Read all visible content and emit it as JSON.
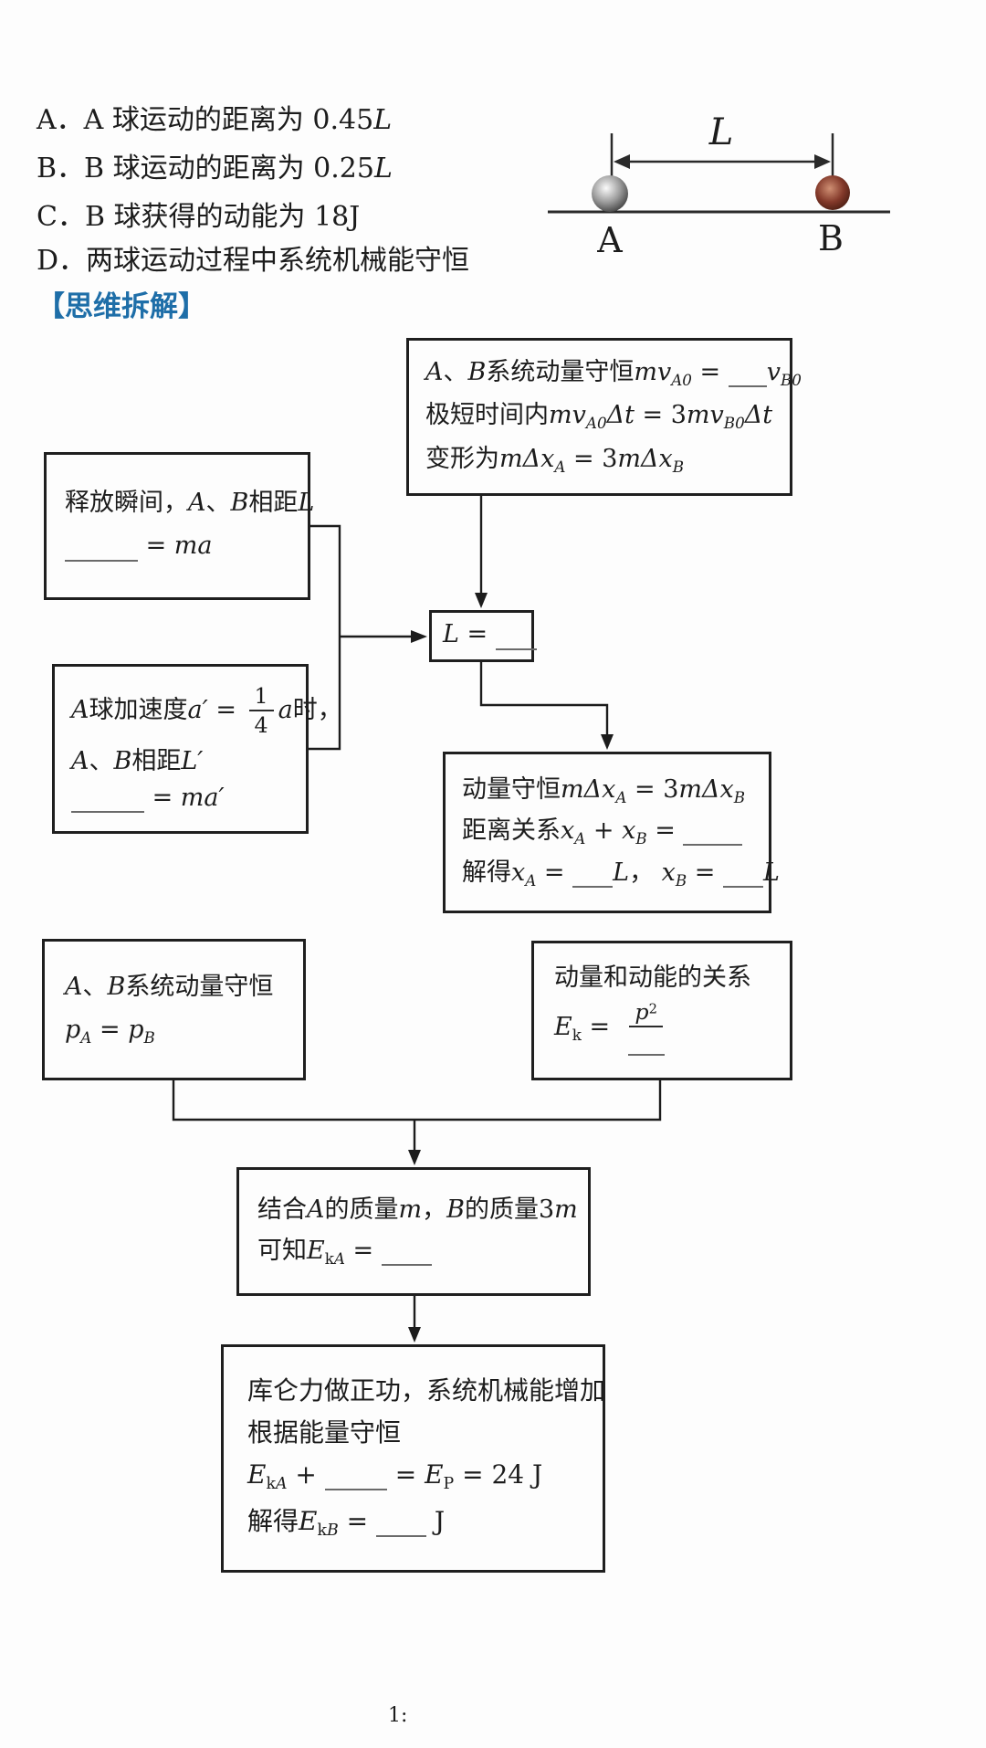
{
  "colors": {
    "accent_blue": "#1e6ea8",
    "ink": "#1c1c1c",
    "ball_a_dark": "#3c3c3c",
    "ball_b_dark": "#5a2418"
  },
  "page": {
    "number": "1:"
  },
  "section_header": "【思维拆解】",
  "options": [
    {
      "segments": [
        {
          "t": "A．A 球运动的距离为 0.45"
        },
        {
          "i": "L"
        }
      ]
    },
    {
      "segments": [
        {
          "t": "B．B 球运动的距离为 0.25"
        },
        {
          "i": "L"
        }
      ]
    },
    {
      "segments": [
        {
          "t": "C．B 球获得的动能为 18J"
        }
      ]
    },
    {
      "segments": [
        {
          "t": "D．两球运动过程中系统机械能守恒"
        }
      ]
    }
  ],
  "diagram": {
    "distance_label": "L",
    "ball_a_label": "A",
    "ball_b_label": "B"
  },
  "flowchart": {
    "box_momentum_top": {
      "lines": [
        [
          {
            "i": "A"
          },
          {
            "t": "、"
          },
          {
            "i": "B"
          },
          {
            "t": "系统动量守恒"
          },
          {
            "i": "mv"
          },
          {
            "subi": "A0"
          },
          {
            "t": " = "
          },
          {
            "blank": 42
          },
          {
            "i": "v"
          },
          {
            "subi": "B0"
          }
        ],
        [
          {
            "t": "极短时间内"
          },
          {
            "i": "mv"
          },
          {
            "subi": "A0"
          },
          {
            "i": "Δt"
          },
          {
            "t": " = 3"
          },
          {
            "i": "mv"
          },
          {
            "subi": "B0"
          },
          {
            "i": "Δt"
          }
        ],
        [
          {
            "t": "变形为"
          },
          {
            "i": "mΔx"
          },
          {
            "subi": "A"
          },
          {
            "t": " = 3"
          },
          {
            "i": "mΔx"
          },
          {
            "subi": "B"
          }
        ]
      ]
    },
    "box_release": {
      "lines": [
        [
          {
            "t": "释放瞬间，"
          },
          {
            "i": "A"
          },
          {
            "t": "、"
          },
          {
            "i": "B"
          },
          {
            "t": "相距"
          },
          {
            "i": "L"
          }
        ],
        [
          {
            "blank": 80
          },
          {
            "t": " = "
          },
          {
            "i": "ma"
          }
        ]
      ]
    },
    "box_accel": {
      "lines": [
        [
          {
            "i": "A"
          },
          {
            "t": "球加速度"
          },
          {
            "i": "a′"
          },
          {
            "t": " = "
          },
          {
            "frac": {
              "num": [
                {
                  "t": "1"
                }
              ],
              "den": [
                {
                  "t": "4"
                }
              ]
            }
          },
          {
            "i": "a"
          },
          {
            "t": "时，"
          }
        ],
        [
          {
            "i": "A"
          },
          {
            "t": "、"
          },
          {
            "i": "B"
          },
          {
            "t": "相距"
          },
          {
            "i": "L′"
          }
        ],
        [
          {
            "blank": 80
          },
          {
            "t": " = "
          },
          {
            "i": "ma′"
          }
        ]
      ]
    },
    "box_distance": {
      "lines": [
        [
          {
            "i": "L"
          },
          {
            "t": " = "
          },
          {
            "blank": 45
          }
        ]
      ]
    },
    "box_momentum_displacement": {
      "lines": [
        [
          {
            "t": "动量守恒"
          },
          {
            "i": "mΔx"
          },
          {
            "subi": "A"
          },
          {
            "t": " = 3"
          },
          {
            "i": "mΔx"
          },
          {
            "subi": "B"
          }
        ],
        [
          {
            "t": "距离关系"
          },
          {
            "i": "x"
          },
          {
            "subi": "A"
          },
          {
            "t": " + "
          },
          {
            "i": "x"
          },
          {
            "subi": "B"
          },
          {
            "t": " = "
          },
          {
            "blank": 65
          }
        ],
        [
          {
            "t": "解得"
          },
          {
            "i": "x"
          },
          {
            "subi": "A"
          },
          {
            "t": " = "
          },
          {
            "blank": 44
          },
          {
            "i": "L"
          },
          {
            "t": "， "
          },
          {
            "i": "x"
          },
          {
            "subi": "B"
          },
          {
            "t": " = "
          },
          {
            "blank": 44
          },
          {
            "i": "L"
          }
        ]
      ]
    },
    "box_momentum_equal": {
      "lines": [
        [
          {
            "i": "A"
          },
          {
            "t": "、"
          },
          {
            "i": "B"
          },
          {
            "t": "系统动量守恒"
          }
        ],
        [
          {
            "i": "p"
          },
          {
            "subi": "A"
          },
          {
            "t": " = "
          },
          {
            "i": "p"
          },
          {
            "subi": "B"
          }
        ]
      ]
    },
    "box_kinetic_relation": {
      "lines": [
        [
          {
            "t": "动量和动能的关系"
          }
        ],
        [
          {
            "i": "E"
          },
          {
            "sub": "k"
          },
          {
            "t": " = "
          },
          {
            "frac": {
              "num": [
                {
                  "i": "p"
                },
                {
                  "sup": "2"
                }
              ],
              "den": [
                {
                  "blank": 40
                }
              ]
            }
          }
        ]
      ]
    },
    "box_mass_combine": {
      "lines": [
        [
          {
            "t": "结合"
          },
          {
            "i": "A"
          },
          {
            "t": "的质量"
          },
          {
            "i": "m"
          },
          {
            "t": "，"
          },
          {
            "i": "B"
          },
          {
            "t": "的质量3"
          },
          {
            "i": "m"
          }
        ],
        [
          {
            "t": "可知"
          },
          {
            "i": "E"
          },
          {
            "sub": "k"
          },
          {
            "subi": "A"
          },
          {
            "t": " = "
          },
          {
            "blank": 55
          }
        ]
      ]
    },
    "box_energy_conservation": {
      "lines": [
        [
          {
            "t": "库仑力做正功，系统机械能增加"
          }
        ],
        [
          {
            "t": "根据能量守恒"
          }
        ],
        [
          {
            "i": "E"
          },
          {
            "sub": "k"
          },
          {
            "subi": "A"
          },
          {
            "t": " + "
          },
          {
            "blank": 68
          },
          {
            "t": " = "
          },
          {
            "i": "E"
          },
          {
            "sub": "P"
          },
          {
            "t": " = 24 J"
          }
        ],
        [
          {
            "t": "解得"
          },
          {
            "i": "E"
          },
          {
            "sub": "k"
          },
          {
            "subi": "B"
          },
          {
            "t": " = "
          },
          {
            "blank": 55
          },
          {
            "t": " J"
          }
        ]
      ]
    }
  }
}
